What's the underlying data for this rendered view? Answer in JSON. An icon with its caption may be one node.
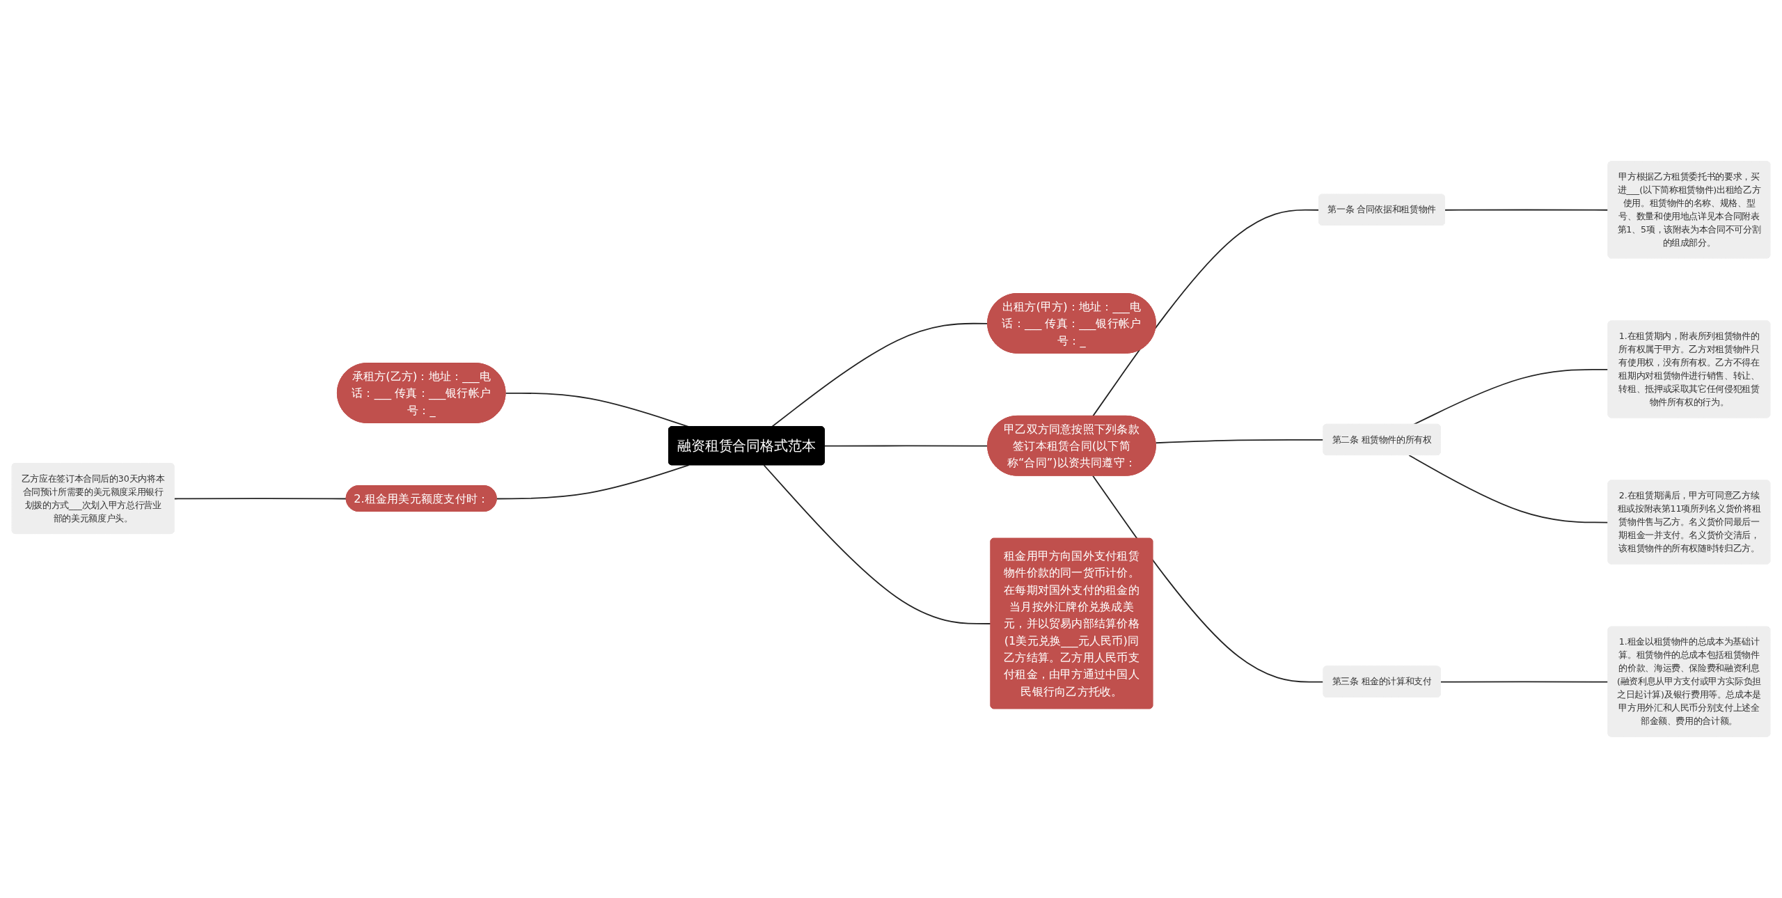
{
  "diagram": {
    "nodes": [
      {
        "text": [
          "融资租赁合同格式范本"
        ]
      },
      {
        "text": [
          "出租方(甲方)：地址：___电话：___ 传真：___银行帐户号：_"
        ]
      },
      {
        "text": [
          "甲乙双方同意按照下列条款签订本租赁合同(以下简称“合同”)以资共同遵守："
        ]
      },
      {
        "text": [
          "第一条 合同依据和租赁物件"
        ]
      },
      {
        "text": [
          "甲方根据乙方租赁委托书的要求，买进___(以下简称租赁物件)出租给乙方使用。租赁物件的名称、规格、型号、数量和使用地点详见本合同附表第1、5项，该附表为本合同不可分割的组成部分。"
        ]
      },
      {
        "text": [
          "第二条 租赁物件的所有权"
        ]
      },
      {
        "text": [
          "1.在租赁期内，附表所列租赁物件的所有权属于甲方。乙方对租赁物件只有使用权，没有所有权。乙方不得在租期内对租赁物件进行销售、转让、转租、抵押或采取其它任何侵犯租赁物件所有权的行为。"
        ]
      },
      {
        "text": [
          "2.在租赁期满后，甲方可同意乙方续租或按附表第11项所列名义货价将租赁物件售与乙方。名义货价同最后一期租金一并支付。名义货价交清后，该租赁物件的所有权随时转归乙方。"
        ]
      },
      {
        "text": [
          "第三条 租金的计算和支付"
        ]
      },
      {
        "text": [
          "1.租金以租赁物件的总成本为基础计算。租赁物件的总成本包括租赁物件的价款、海运费、保险费和融资利息(融资利息从甲方支付或甲方实际负担之日起计算)及银行费用等。总成本是甲方用外汇和人民币分别支付上述全部金额、费用的合计额。"
        ]
      },
      {
        "text": [
          "租金用甲方向国外支付租赁物件价款的同一货币计价。在每期对国外支付的租金的当月按外汇牌价兑换成美元，并以贸易内部结算价格(1美元兑换___元人民币)同乙方结算。乙方用人民币支付租金，由甲方通过中国人民银行向乙方托收。"
        ]
      },
      {
        "text": [
          "承租方(乙方)：地址：___电话：___ 传真：___银行帐户号：_"
        ]
      },
      {
        "text": [
          "2.租金用美元额度支付时："
        ]
      },
      {
        "text": [
          "乙方应在签订本合同后的30天内将本合同预计所需要的美元额度采用银行划拨的方式___次划入甲方总行营业部的美元额度户头。"
        ]
      }
    ],
    "edges": [
      {
        "from": 0,
        "to": 1,
        "arrow": "none"
      },
      {
        "from": 0,
        "to": 2,
        "arrow": "none"
      },
      {
        "from": 2,
        "to": 3,
        "arrow": "none"
      },
      {
        "from": 3,
        "to": 4,
        "arrow": "none"
      },
      {
        "from": 2,
        "to": 5,
        "arrow": "none"
      },
      {
        "from": 5,
        "to": 6,
        "arrow": "none"
      },
      {
        "from": 5,
        "to": 7,
        "arrow": "none"
      },
      {
        "from": 2,
        "to": 8,
        "arrow": "none"
      },
      {
        "from": 8,
        "to": 9,
        "arrow": "none"
      },
      {
        "from": 0,
        "to": 10,
        "arrow": "none"
      },
      {
        "from": 0,
        "to": 11,
        "arrow": "none"
      },
      {
        "from": 0,
        "to": 12,
        "arrow": "none"
      },
      {
        "from": 12,
        "to": 13,
        "arrow": "none"
      }
    ]
  }
}
